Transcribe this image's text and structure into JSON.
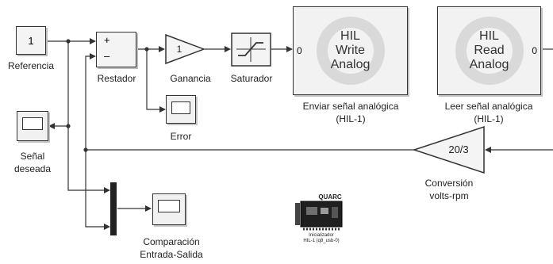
{
  "blocks": {
    "referencia": {
      "value": "1",
      "label": "Referencia"
    },
    "restador": {
      "plus": "+",
      "minus": "–",
      "label": "Restador"
    },
    "ganancia": {
      "value": "1",
      "label": "Ganancia"
    },
    "saturador": {
      "label": "Saturador"
    },
    "hil_write": {
      "line1": "HIL",
      "line2": "Write",
      "line3": "Analog",
      "port": "0",
      "label1": "Enviar señal analógica",
      "label2": "(HIL-1)"
    },
    "hil_read": {
      "line1": "HIL",
      "line2": "Read",
      "line3": "Analog",
      "port": "0",
      "label1": "Leer señal analógica",
      "label2": "(HIL-1)"
    },
    "error": {
      "label": "Error"
    },
    "senal_deseada": {
      "label1": "Señal",
      "label2": "deseada"
    },
    "conversion": {
      "value": "20/3",
      "label1": "Conversión",
      "label2": "volts-rpm"
    },
    "comparacion": {
      "label1": "Comparación",
      "label2": "Entrada-Salida"
    },
    "quarc": {
      "brand": "QUARC",
      "label1": "Inicializador",
      "label2": "HIL-1 (q8_usb-0)"
    }
  },
  "colors": {
    "line": "#333333",
    "block_fill": "#f4f4f4",
    "shadow": "#bdbdbd"
  }
}
